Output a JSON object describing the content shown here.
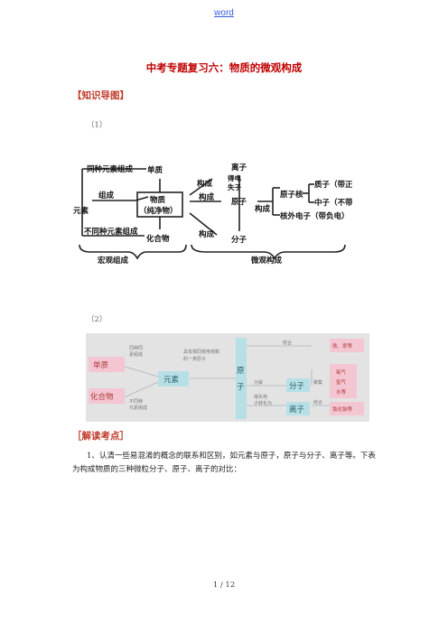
{
  "header": {
    "link": "word"
  },
  "title": "中考专题复习六：物质的微观构成",
  "section1": {
    "label": "【知识导图】"
  },
  "figure1": {
    "number": "（1）",
    "labels": {
      "same_element": "同种元素组成",
      "simple": "单质",
      "compose": "组成",
      "element": "元素",
      "matter": "物质",
      "pure": "（纯净物）",
      "diff_element": "不同种元素组成",
      "compound": "化合物",
      "macro": "宏观组成",
      "micro": "微观构成",
      "construct1": "构成",
      "construct2": "构成",
      "construct3": "构成",
      "construct4": "构成",
      "ion": "离子",
      "charge1": "得电",
      "charge2": "失子",
      "atom": "原子",
      "molecule": "分子",
      "nucleus": "原子核",
      "electron": "核外电子（带负电）",
      "proton": "质子（带正电）",
      "neutron": "中子（不带电）"
    }
  },
  "figure2": {
    "number": "（2）",
    "labels": {
      "simple": "单质",
      "compound": "化合物",
      "element": "元素",
      "atom_a": "原",
      "atom_b": "子",
      "molecule": "分子",
      "ion": "离子",
      "same_kind_1": "同种同",
      "same_kind_2": "素组成",
      "diff_kind_1": "不同种",
      "diff_kind_2": "元素组成",
      "nuclear_1": "具有相同核电荷数",
      "nuclear_2": "的一类原子",
      "combine_1": "结合",
      "decompose": "分解",
      "gain_lose_1": "得失电",
      "gain_lose_2": "子转化为",
      "aggregate": "聚集",
      "combine_2": "结合",
      "fe_hg": "铁、汞等",
      "o2": "氧气",
      "h2": "氢气",
      "water": "水等",
      "nacl": "氯化钠等"
    }
  },
  "section2": {
    "label": "［解读考点］"
  },
  "paragraph": "1、认清一些易混淆的概念的联系和区别，如元素与原子，原子与分子、离子等。下表为构成物质的三种微粒分子、原子、离子的对比：",
  "footer": {
    "page": "1 / 12"
  }
}
